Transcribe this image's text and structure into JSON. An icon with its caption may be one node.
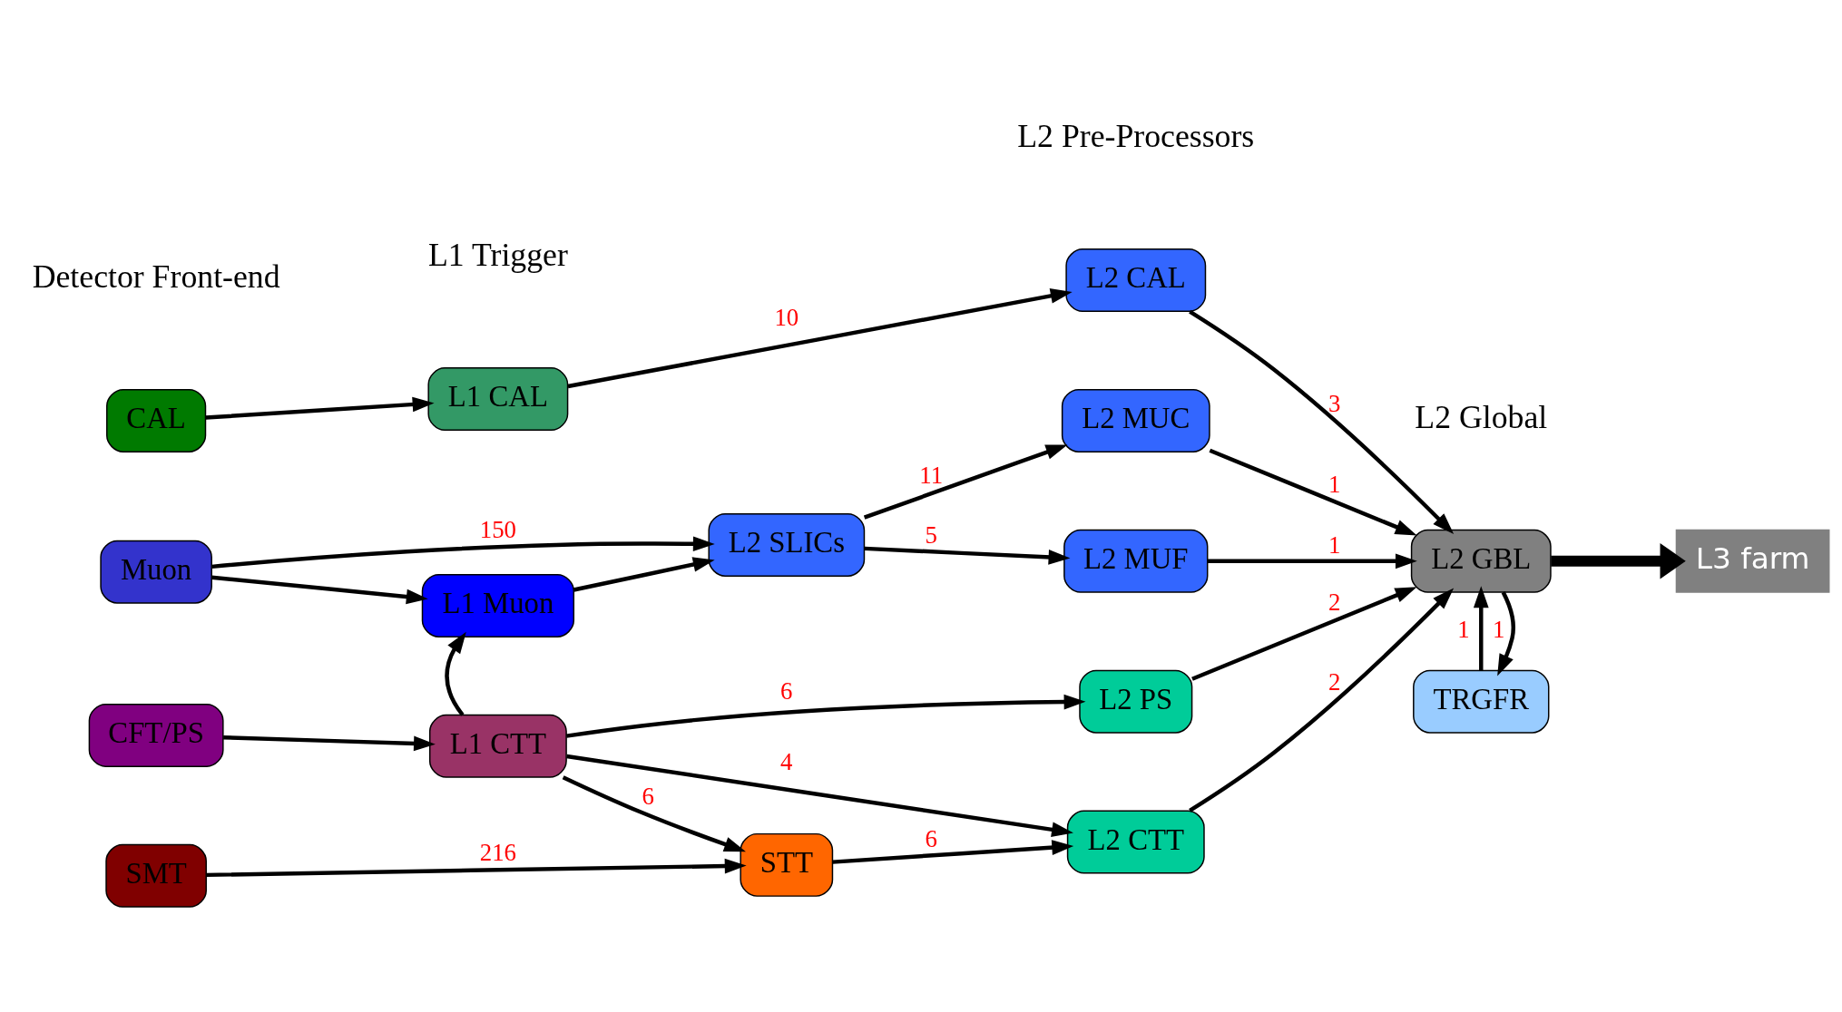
{
  "diagram": {
    "nodes": [
      {
        "text": [
          "CAL"
        ]
      },
      {
        "text": [
          "Muon"
        ]
      },
      {
        "text": [
          "CFT/PS"
        ]
      },
      {
        "text": [
          "SMT"
        ]
      },
      {
        "text": [
          "L1 CAL"
        ]
      },
      {
        "text": [
          "L1 Muon"
        ]
      },
      {
        "text": [
          "L1 CTT"
        ]
      },
      {
        "text": [
          "L2 SLICs"
        ]
      },
      {
        "text": [
          "STT"
        ]
      },
      {
        "text": [
          "L2 CAL"
        ]
      },
      {
        "text": [
          "L2 MUC"
        ]
      },
      {
        "text": [
          "L2 MUF"
        ]
      },
      {
        "text": [
          "L2 PS"
        ]
      },
      {
        "text": [
          "L2 CTT"
        ]
      },
      {
        "text": [
          "L2 GBL"
        ]
      },
      {
        "text": [
          "L3 farm"
        ]
      },
      {
        "text": [
          "TRGFR"
        ]
      }
    ],
    "edges": [
      {
        "from": 0,
        "to": 4,
        "arrow": "to"
      },
      {
        "from": 4,
        "to": 9,
        "arrow": "to",
        "label": "10"
      },
      {
        "from": 1,
        "to": 5,
        "arrow": "to"
      },
      {
        "from": 1,
        "to": 7,
        "arrow": "to",
        "label": "150"
      },
      {
        "from": 5,
        "to": 7,
        "arrow": "to"
      },
      {
        "from": 2,
        "to": 6,
        "arrow": "to"
      },
      {
        "from": 6,
        "to": 5,
        "arrow": "to"
      },
      {
        "from": 6,
        "to": 12,
        "arrow": "to",
        "label": "6"
      },
      {
        "from": 6,
        "to": 13,
        "arrow": "to",
        "label": "4"
      },
      {
        "from": 6,
        "to": 8,
        "arrow": "to",
        "label": "6"
      },
      {
        "from": 3,
        "to": 8,
        "arrow": "to",
        "label": "216"
      },
      {
        "from": 8,
        "to": 13,
        "arrow": "to",
        "label": "6"
      },
      {
        "from": 7,
        "to": 10,
        "arrow": "to",
        "label": "11"
      },
      {
        "from": 7,
        "to": 11,
        "arrow": "to",
        "label": "5"
      },
      {
        "from": 9,
        "to": 14,
        "arrow": "to",
        "label": "3"
      },
      {
        "from": 10,
        "to": 14,
        "arrow": "to",
        "label": "1"
      },
      {
        "from": 11,
        "to": 14,
        "arrow": "to",
        "label": "1"
      },
      {
        "from": 12,
        "to": 14,
        "arrow": "to",
        "label": "2"
      },
      {
        "from": 13,
        "to": 14,
        "arrow": "to",
        "label": "2"
      },
      {
        "from": 16,
        "to": 14,
        "arrow": "to",
        "label": "1"
      },
      {
        "from": 14,
        "to": 16,
        "arrow": "to",
        "label": "1"
      },
      {
        "from": 14,
        "to": 15,
        "arrow": "to",
        "style": "thick"
      }
    ],
    "labels": [
      "Detector Front-end",
      "L1 Trigger",
      "L2 Pre-Processors",
      "L2 Global"
    ]
  }
}
